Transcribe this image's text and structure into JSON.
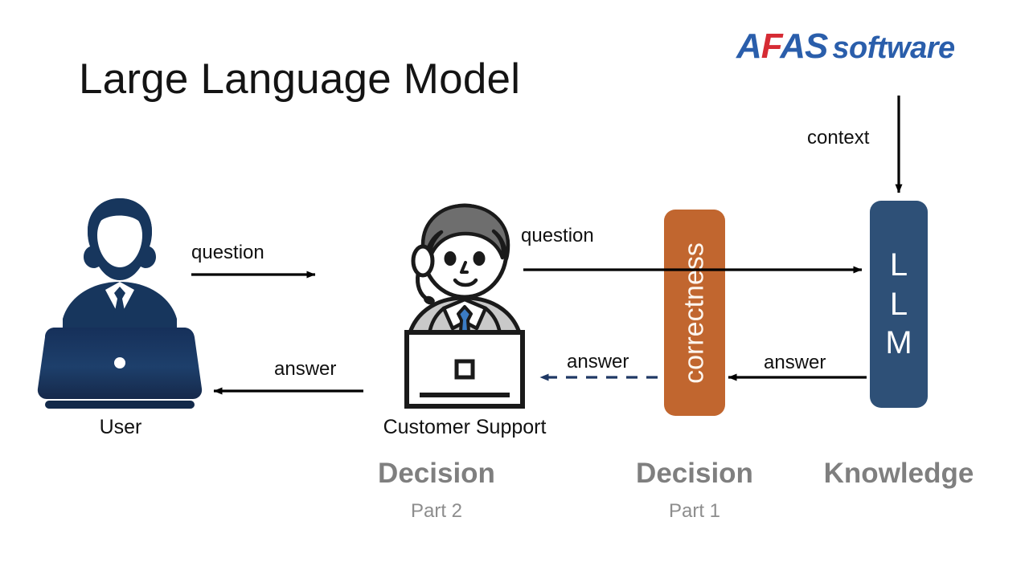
{
  "slide": {
    "title": "Large Language Model",
    "background_color": "#ffffff"
  },
  "logo": {
    "name": "AFAS software",
    "letters": {
      "a1": "A",
      "f": "F",
      "a2": "A",
      "s1": "S"
    },
    "word": "software",
    "blue": "#2a5eab",
    "red": "#d62b34"
  },
  "nodes": {
    "user": {
      "caption": "User",
      "icon": "user-laptop-icon",
      "color": "#1b355c"
    },
    "support": {
      "caption": "Customer Support",
      "icon": "support-agent-headset-icon",
      "hair_color": "#6e6e6e",
      "suit_color": "#c9c9c9",
      "tie_color": "#3b7cc4"
    },
    "correctness": {
      "label": "correctness",
      "color": "#c1662f",
      "text_color": "#fdf6ef"
    },
    "llm": {
      "lines": [
        "L",
        "L",
        "M"
      ],
      "color": "#2e5077",
      "text_color": "#ffffff"
    }
  },
  "arrows": {
    "user_to_support": {
      "label": "question",
      "style": "solid",
      "direction": "right",
      "color": "#000000"
    },
    "support_to_user": {
      "label": "answer",
      "style": "solid",
      "direction": "left",
      "color": "#000000"
    },
    "support_to_llm": {
      "label": "question",
      "style": "solid",
      "direction": "right",
      "color": "#000000"
    },
    "llm_to_correctness": {
      "label": "answer",
      "style": "solid",
      "direction": "left",
      "color": "#000000"
    },
    "correctness_to_support": {
      "label": "answer",
      "style": "dashed",
      "direction": "left",
      "color": "#1f3864"
    },
    "context_to_llm": {
      "label": "context",
      "style": "solid",
      "direction": "down",
      "color": "#000000"
    }
  },
  "phases": [
    {
      "title": "Decision",
      "subtitle": "Part 2",
      "color": "#7f7f7f"
    },
    {
      "title": "Decision",
      "subtitle": "Part 1",
      "color": "#7f7f7f"
    },
    {
      "title": "Knowledge",
      "subtitle": "",
      "color": "#7f7f7f"
    }
  ]
}
